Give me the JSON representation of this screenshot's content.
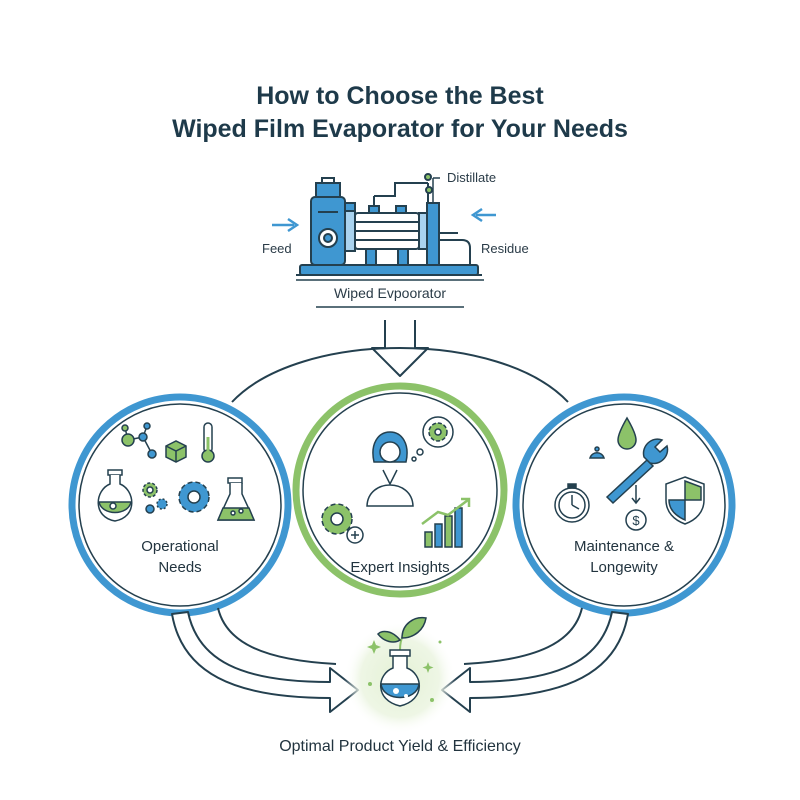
{
  "title": {
    "line1": "How to Choose the Best",
    "line2": "Wiped Film Evaporator for Your Needs"
  },
  "evaporator": {
    "caption": "Wiped Evpoorator",
    "feed_label": "Feed",
    "distillate_label": "Distillate",
    "residue_label": "Residue"
  },
  "factors": [
    {
      "line1": "Operational",
      "line2": "Needs"
    },
    {
      "line1": "Expert Insights"
    },
    {
      "line1": "Maintenance &",
      "line2": "Longewity"
    }
  ],
  "outcome": {
    "label": "Optimal Product Yield & Efficiency"
  },
  "colors": {
    "navy": "#1e3a4a",
    "blue": "#3f97d1",
    "light_blue": "#a9d3ef",
    "green": "#8cc269",
    "light_green": "#e9f3dc",
    "stroke": "#24404f"
  },
  "icons": [
    "molecule-icon",
    "cube-icon",
    "thermometer-icon",
    "flask-icon",
    "gears-icon",
    "erlenmeyer-flask-icon",
    "person-icon",
    "thought-gear-icon",
    "gear-plus-icon",
    "growth-chart-icon",
    "water-drop-icon",
    "wrench-icon",
    "stopwatch-icon",
    "coin-icon",
    "shield-icon",
    "seedling-flask-icon"
  ]
}
